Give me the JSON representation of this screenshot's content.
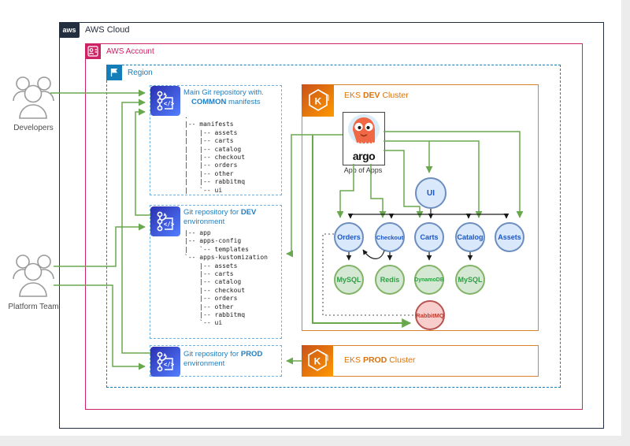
{
  "aws_cloud": {
    "logo": "aws",
    "label": "AWS Cloud"
  },
  "aws_account": {
    "label": "AWS Account"
  },
  "region": {
    "label": "Region"
  },
  "actors": {
    "developers": "Developers",
    "platform_team": "Platform Team"
  },
  "repos": {
    "main": {
      "title_line1": "Main Git repository with.",
      "title_bold": "COMMON",
      "title_rest": " manifests",
      "tree": [
        ".",
        "|-- manifests",
        "|   |-- assets",
        "|   |-- carts",
        "|   |-- catalog",
        "|   |-- checkout",
        "|   |-- orders",
        "|   |-- other",
        "|   |-- rabbitmq",
        "|   `-- ui"
      ]
    },
    "dev": {
      "title_prefix": "Git repository for ",
      "title_bold": "DEV",
      "title_line2": "environment",
      "tree": [
        "|-- app",
        "|-- apps-config",
        "|   `-- templates",
        "`-- apps-kustomization",
        "    |-- assets",
        "    |-- carts",
        "    |-- catalog",
        "    |-- checkout",
        "    |-- orders",
        "    |-- other",
        "    |-- rabbitmq",
        "    `-- ui"
      ]
    },
    "prod": {
      "title_prefix": "Git repository for ",
      "title_bold": "PROD",
      "title_line2": "environment"
    }
  },
  "eks_dev": {
    "title_prefix": "EKS ",
    "title_bold": "DEV",
    "title_suffix": " Cluster",
    "argo": {
      "label": "argo",
      "caption": "App of Apps"
    },
    "ui": "UI",
    "services": [
      "Orders",
      "Checkout",
      "Carts",
      "Catalog",
      "Assets"
    ],
    "databases": [
      "MySQL",
      "Redis",
      "DynamoDB",
      "MySQL"
    ],
    "queue": "RabbitMQ"
  },
  "eks_prod": {
    "title_prefix": "EKS ",
    "title_bold": "PROD",
    "title_suffix": " Cluster"
  },
  "colors": {
    "arrow_green": "#6aa84f",
    "account_pink": "#cd2264",
    "region_blue": "#147eba",
    "repo_title_blue": "#1b7fc4",
    "eks_orange": "#d9730d",
    "service_blue": "#1a56c4",
    "database_green": "#2f9e44",
    "queue_red": "#c0392b"
  }
}
